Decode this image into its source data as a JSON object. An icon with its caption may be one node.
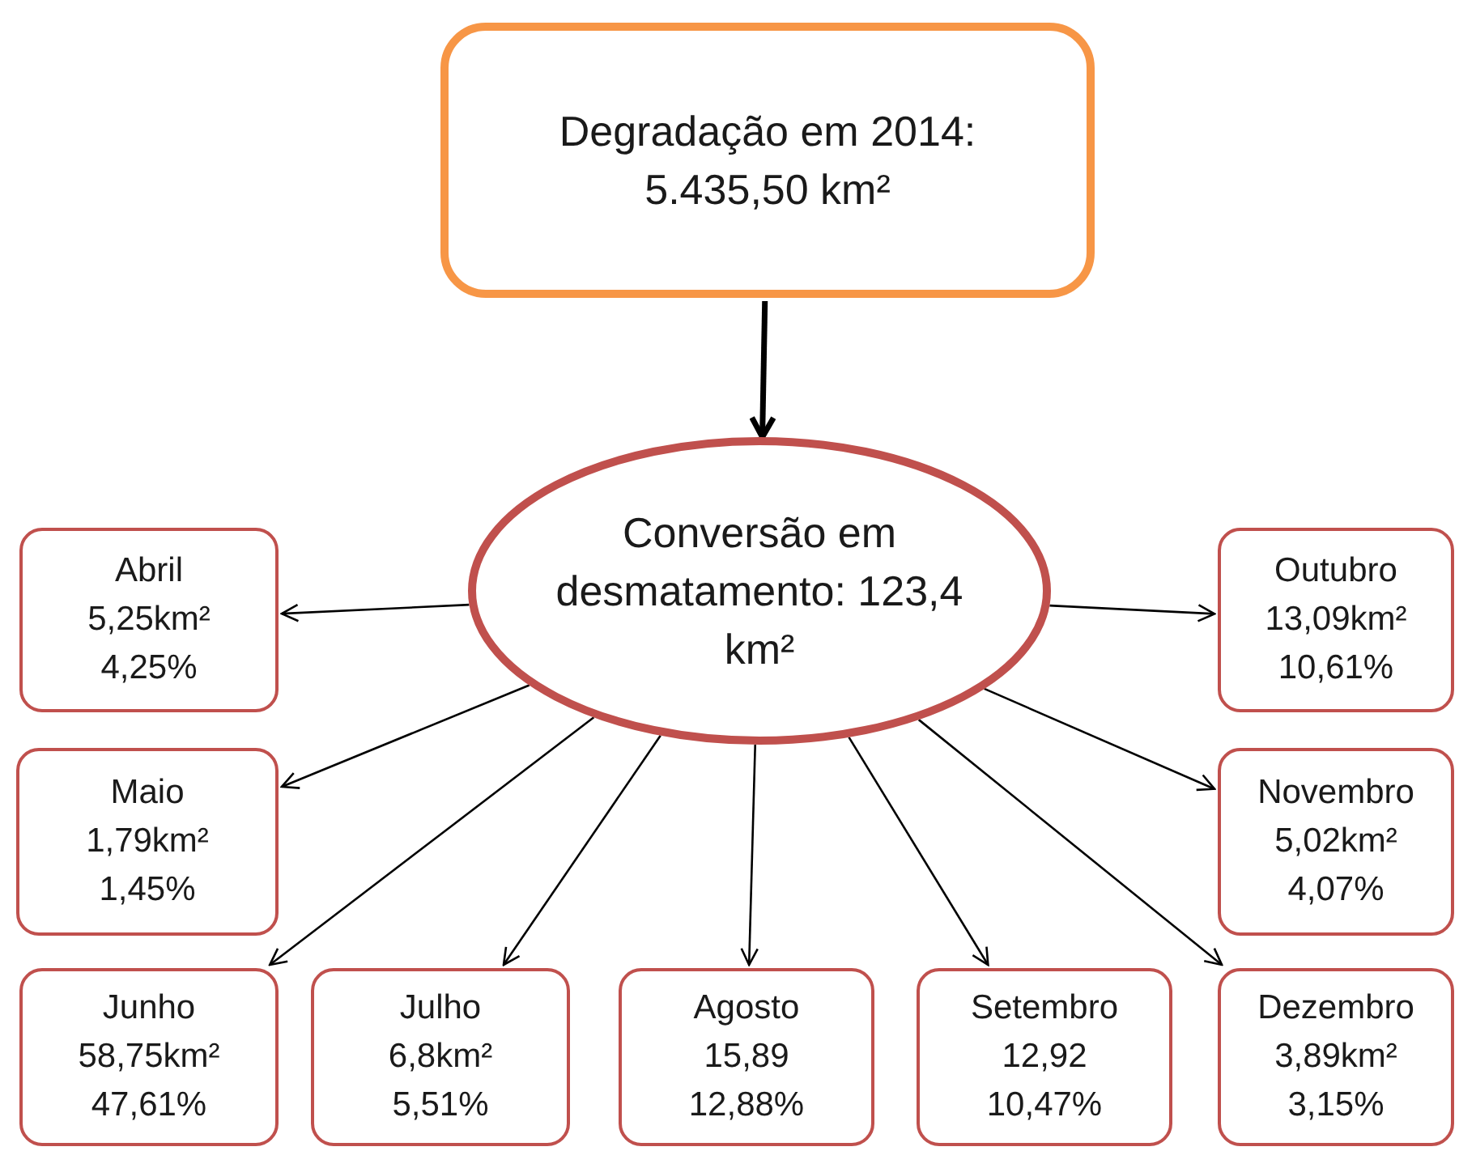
{
  "diagram": {
    "nodes": [
      {
        "text": [
          "Degradação em 2014: 5.435,50 km²"
        ]
      },
      {
        "text": [
          "Conversão em desmatamento: 123,4 km²"
        ]
      },
      {
        "text": [
          "Abril",
          "5,25km²",
          "4,25%"
        ]
      },
      {
        "text": [
          "Outubro",
          "13,09km²",
          "10,61%"
        ]
      },
      {
        "text": [
          "Maio",
          "1,79km²",
          "1,45%"
        ]
      },
      {
        "text": [
          "Novembro",
          "5,02km²",
          "4,07%"
        ]
      },
      {
        "text": [
          "Junho",
          "58,75km²",
          "47,61%"
        ]
      },
      {
        "text": [
          "Julho",
          "6,8km²",
          "5,51%"
        ]
      },
      {
        "text": [
          "Agosto",
          "15,89",
          "12,88%"
        ]
      },
      {
        "text": [
          "Setembro",
          "12,92",
          "10,47%"
        ]
      },
      {
        "text": [
          "Dezembro",
          "3,89km²",
          "3,15%"
        ]
      }
    ],
    "edges": [
      {
        "from": 0,
        "to": 1,
        "arrow": "to",
        "style": "thick"
      },
      {
        "from": 1,
        "to": 2,
        "arrow": "to"
      },
      {
        "from": 1,
        "to": 3,
        "arrow": "to"
      },
      {
        "from": 1,
        "to": 4,
        "arrow": "to"
      },
      {
        "from": 1,
        "to": 5,
        "arrow": "to"
      },
      {
        "from": 1,
        "to": 6,
        "arrow": "to"
      },
      {
        "from": 1,
        "to": 7,
        "arrow": "to"
      },
      {
        "from": 1,
        "to": 8,
        "arrow": "to"
      },
      {
        "from": 1,
        "to": 9,
        "arrow": "to"
      },
      {
        "from": 1,
        "to": 10,
        "arrow": "to"
      }
    ]
  }
}
